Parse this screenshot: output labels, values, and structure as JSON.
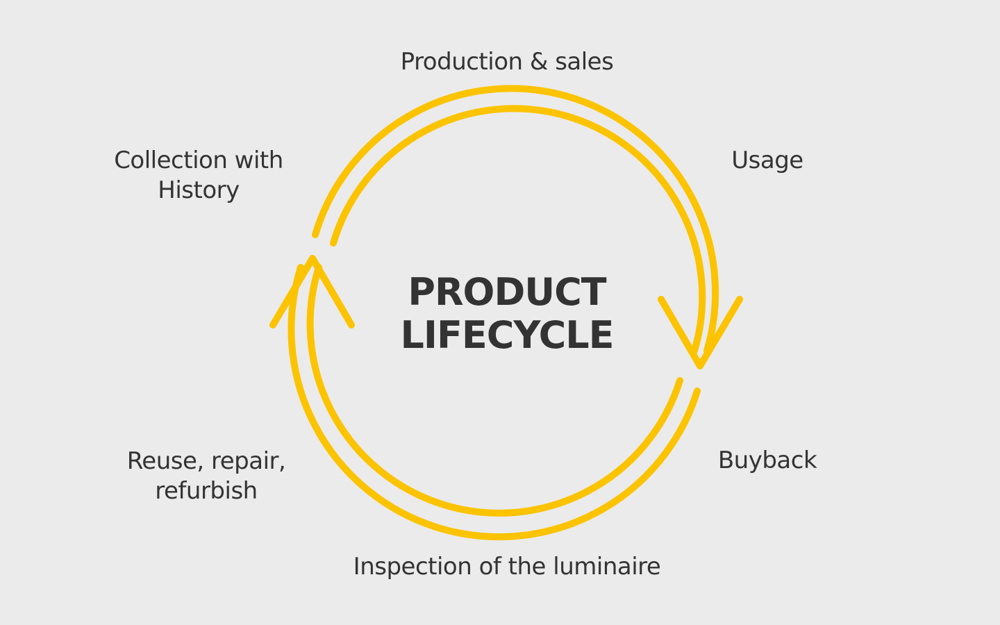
{
  "diagram": {
    "center": {
      "line1": "PRODUCT",
      "line2": "LIFECYCLE"
    },
    "stages": [
      {
        "id": "production",
        "lines": [
          "Production & sales"
        ]
      },
      {
        "id": "usage",
        "lines": [
          "Usage"
        ]
      },
      {
        "id": "buyback",
        "lines": [
          "Buyback"
        ]
      },
      {
        "id": "inspection",
        "lines": [
          "Inspection of the luminaire"
        ]
      },
      {
        "id": "reuse",
        "lines": [
          "Reuse, repair,",
          "refurbish"
        ]
      },
      {
        "id": "collection",
        "lines": [
          "Collection with",
          "History"
        ]
      }
    ],
    "arrow_color": "#fcc300",
    "text_color": "#333333",
    "background": "#ebebeb"
  }
}
